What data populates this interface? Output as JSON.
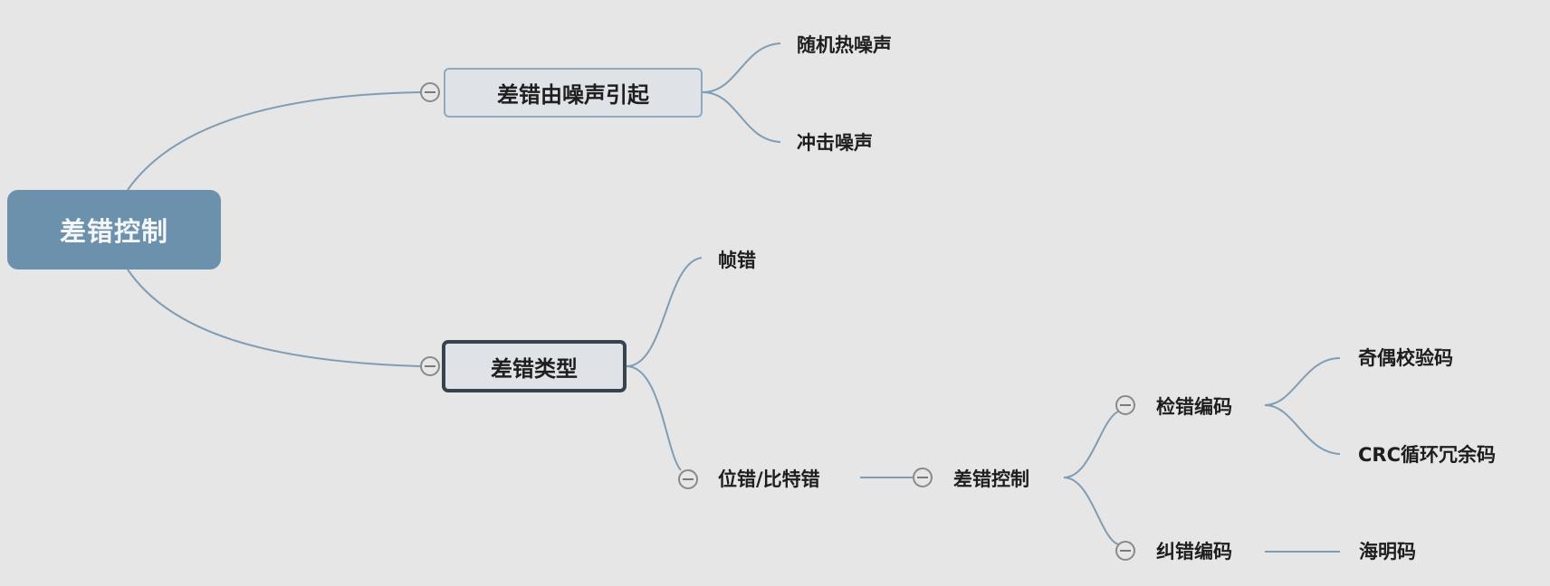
{
  "root": {
    "label": "差错控制"
  },
  "branches": [
    {
      "label": "差错由噪声引起",
      "children": [
        "随机热噪声",
        "冲击噪声"
      ]
    },
    {
      "label": "差错类型",
      "selected": true,
      "children": [
        {
          "label": "帧错"
        },
        {
          "label": "位错/比特错",
          "children": [
            {
              "label": "差错控制",
              "children": [
                {
                  "label": "检错编码",
                  "children": [
                    "奇偶校验码",
                    "CRC循环冗余码"
                  ]
                },
                {
                  "label": "纠错编码",
                  "children": [
                    "海明码"
                  ]
                }
              ]
            }
          ]
        }
      ]
    }
  ],
  "colors": {
    "background": "#e6e6e6",
    "root_fill": "#6b91ad",
    "line": "#7f9db5",
    "selected_border": "#39434d"
  }
}
